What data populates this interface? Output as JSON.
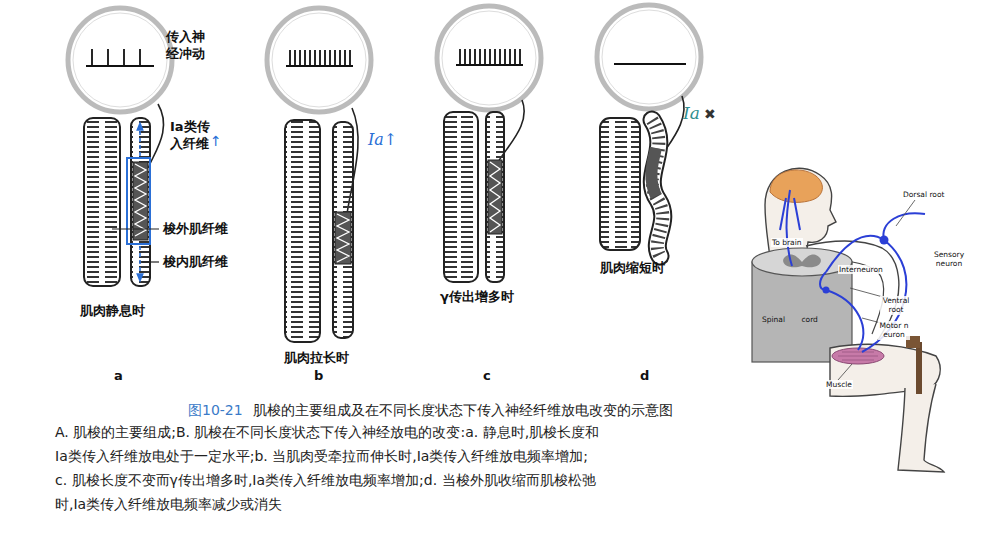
{
  "diagram": {
    "caption": "肌梭的主要组成及在不同长度状态下传入神经纤维放电改变的示意图",
    "labels": [
      "传入神经冲动",
      "Ⅰa类传入纤维",
      "↑",
      "梭外肌纤维",
      "梭内肌纤维",
      "肌肉静息时",
      "a",
      "Ia↑",
      "肌肉拉长时",
      "b",
      "γ传出增多时",
      "c",
      "Ia",
      "✖",
      "肌肉缩短时",
      "d",
      "To brain",
      "Dorsal root",
      "Sensory neuron",
      "Interneuron",
      "Ventral root",
      "Motor neuron",
      "Spinal cord",
      "Muscle",
      "图10-21",
      "A. 肌梭的主要组成;B. 肌梭在不同长度状态下传入神经放电的改变:a. 静息时,肌梭长度和",
      "Ⅰa类传入纤维放电处于一定水平;b. 当肌肉受牵拉而伸长时,Ⅰa类传入纤维放电频率增加;",
      "c. 肌梭长度不变而γ传出增多时,Ⅰa类传入纤维放电频率增加;d. 当梭外肌收缩而肌梭松弛",
      "时,Ⅰa类传入纤维放电频率减少或消失"
    ]
  }
}
